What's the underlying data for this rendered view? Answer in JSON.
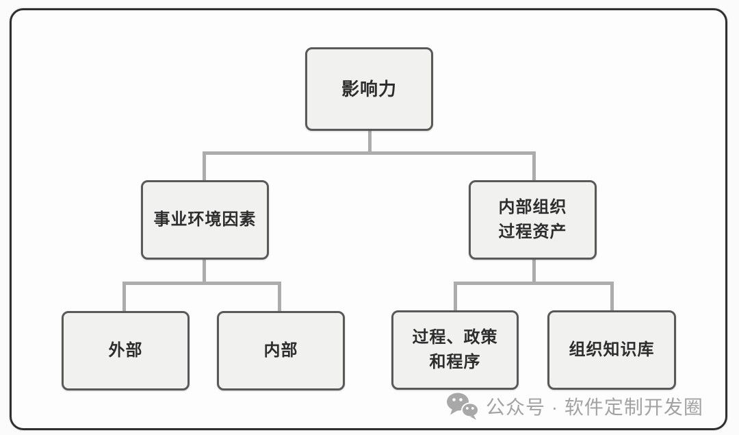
{
  "diagram": {
    "nodes": {
      "influence": {
        "label": "影响力"
      },
      "eef": {
        "label": "事业环境因素"
      },
      "opa": {
        "label": "内部组织\n过程资产"
      },
      "external": {
        "label": "外部"
      },
      "internal": {
        "label": "内部"
      },
      "ppp": {
        "label": "过程、政策\n和程序"
      },
      "okb": {
        "label": "组织知识库"
      }
    },
    "colors": {
      "node_fill": "#f1f1f0",
      "node_border": "#595959",
      "connector": "#acacac",
      "text": "#2d2d2d",
      "frame_border": "#2f2f2f",
      "watermark": "#a2a2a2"
    }
  },
  "watermark": {
    "icon": "wechat-icon",
    "text": "公众号 · 软件定制开发圈"
  }
}
